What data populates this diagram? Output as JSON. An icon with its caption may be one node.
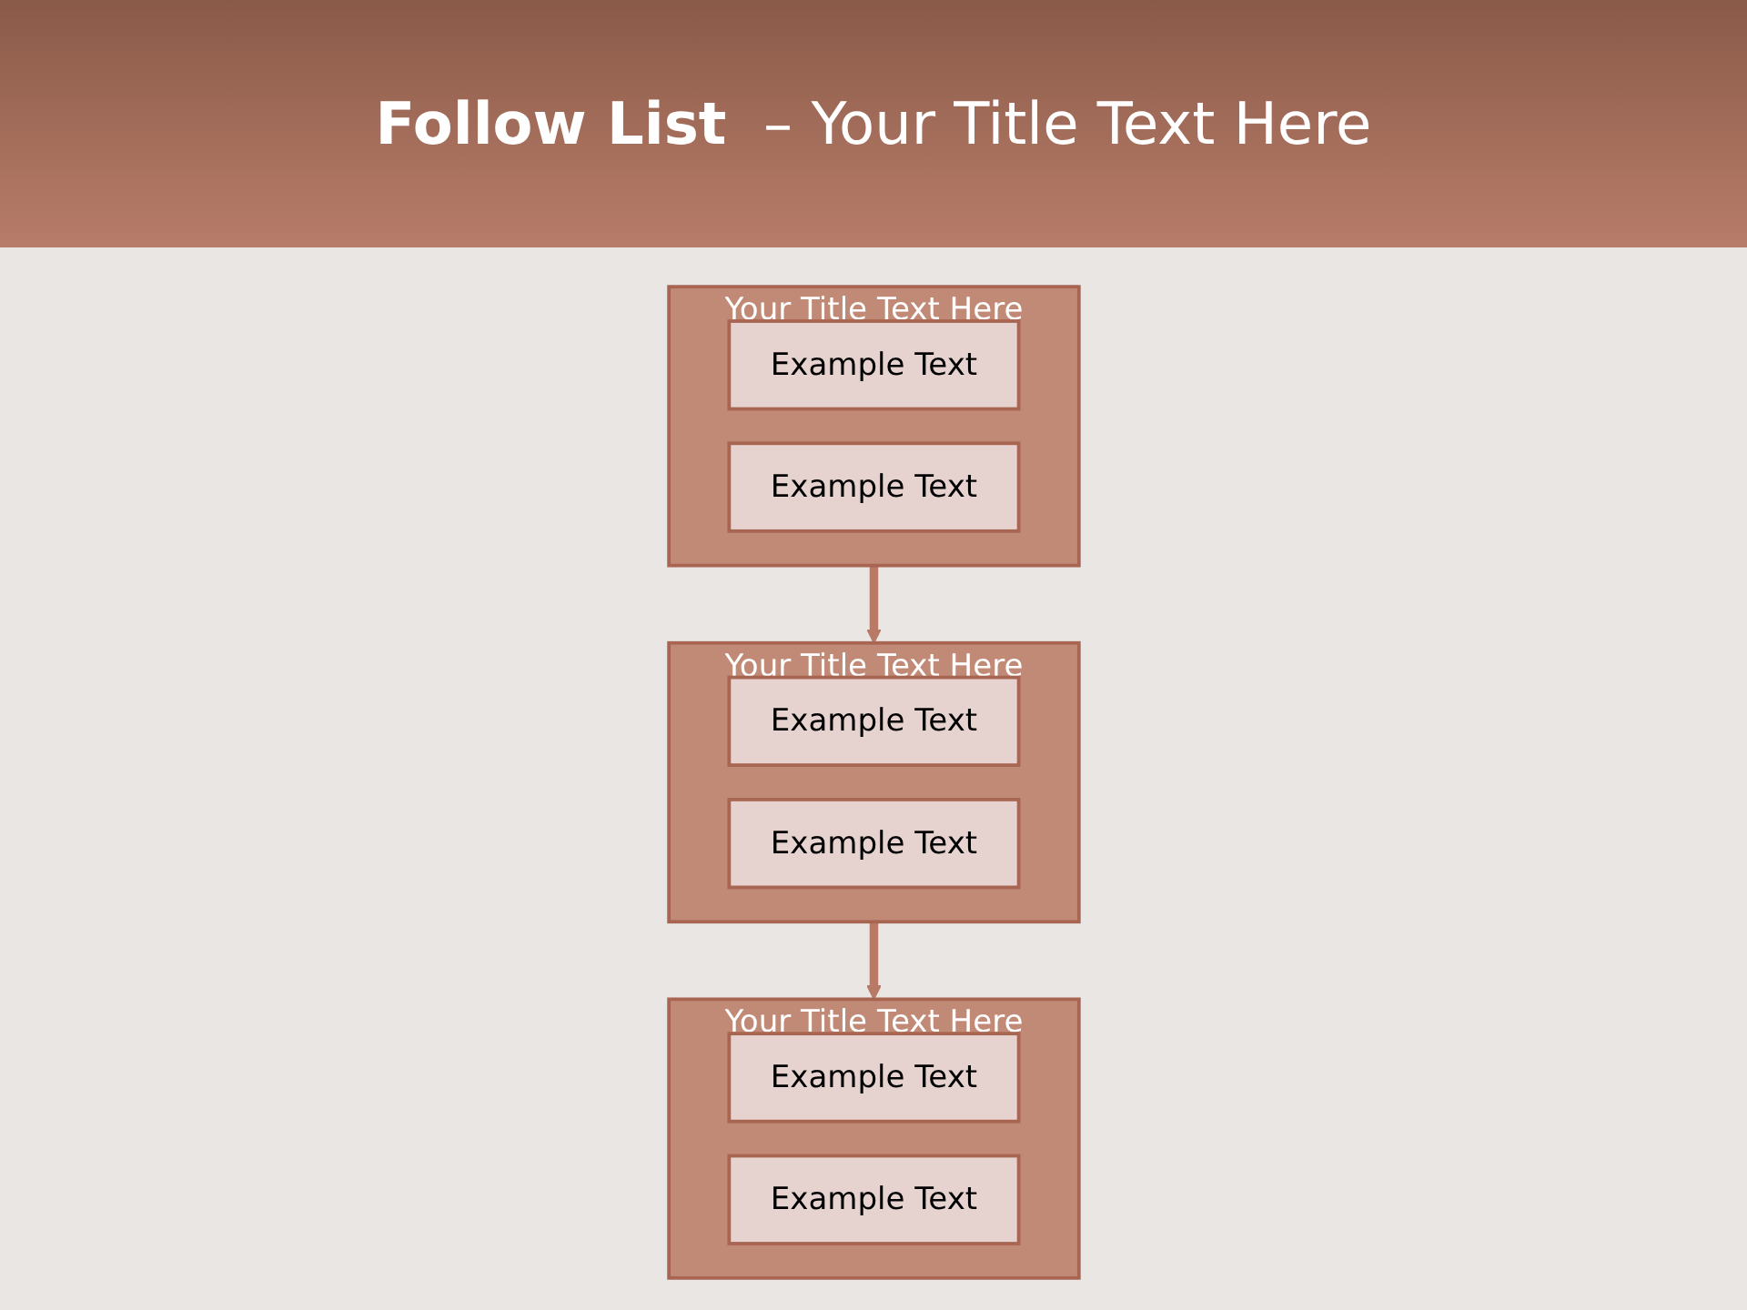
{
  "diagram": {
    "title": "**Follow List**  – Your Title Text Here",
    "nodes": [
      {
        "text": [
          "Your Title Text Here"
        ]
      },
      {
        "text": [
          "Example Text"
        ],
        "in": 0
      },
      {
        "text": [
          "Example Text"
        ],
        "in": 0
      },
      {
        "text": [
          "Your Title Text Here"
        ]
      },
      {
        "text": [
          "Example Text"
        ],
        "in": 3
      },
      {
        "text": [
          "Example Text"
        ],
        "in": 3
      },
      {
        "text": [
          "Your Title Text Here"
        ]
      },
      {
        "text": [
          "Example Text"
        ],
        "in": 6
      },
      {
        "text": [
          "Example Text"
        ],
        "in": 6
      }
    ],
    "edges": [
      {
        "from": 0,
        "to": 3,
        "arrow": "to"
      },
      {
        "from": 3,
        "to": 6,
        "arrow": "to"
      }
    ]
  }
}
